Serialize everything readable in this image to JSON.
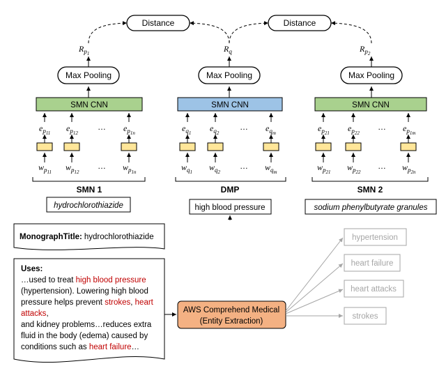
{
  "top": {
    "distance_left": "Distance",
    "distance_right": "Distance",
    "r_left": {
      "base": "R",
      "sub": "p",
      "subsub": "1"
    },
    "r_mid": {
      "base": "R",
      "sub": "q",
      "subsub": ""
    },
    "r_right": {
      "base": "R",
      "sub": "p",
      "subsub": "2"
    }
  },
  "columns": [
    {
      "pool_label": "Max Pooling",
      "cnn_label": "SMN CNN",
      "cnn_color": "#a9d18e",
      "e_labels": [
        {
          "base": "e",
          "sub": "p",
          "subsub": "11"
        },
        {
          "base": "e",
          "sub": "p",
          "subsub": "12"
        },
        {
          "base": "e",
          "sub": "p",
          "subsub": "1n"
        }
      ],
      "w_labels": [
        {
          "base": "w",
          "sub": "p",
          "subsub": "11"
        },
        {
          "base": "w",
          "sub": "p",
          "subsub": "12"
        },
        {
          "base": "w",
          "sub": "p",
          "subsub": "1n"
        }
      ],
      "ellipsis": "…",
      "name": "SMN 1",
      "term": "hydrochlorothiazide"
    },
    {
      "pool_label": "Max Pooling",
      "cnn_label": "SMN CNN",
      "cnn_color": "#9dc3e6",
      "e_labels": [
        {
          "base": "e",
          "sub": "q",
          "subsub": "1"
        },
        {
          "base": "e",
          "sub": "q",
          "subsub": "2"
        },
        {
          "base": "e",
          "sub": "q",
          "subsub": "m"
        }
      ],
      "w_labels": [
        {
          "base": "w",
          "sub": "q",
          "subsub": "1"
        },
        {
          "base": "w",
          "sub": "q",
          "subsub": "2"
        },
        {
          "base": "w",
          "sub": "q",
          "subsub": "m"
        }
      ],
      "ellipsis": "…",
      "name": "DMP",
      "term": "high blood pressure"
    },
    {
      "pool_label": "Max Pooling",
      "cnn_label": "SMN CNN",
      "cnn_color": "#a9d18e",
      "e_labels": [
        {
          "base": "e",
          "sub": "p",
          "subsub": "21"
        },
        {
          "base": "e",
          "sub": "p",
          "subsub": "22"
        },
        {
          "base": "e",
          "sub": "p",
          "subsub": "1m"
        }
      ],
      "w_labels": [
        {
          "base": "w",
          "sub": "p",
          "subsub": "21"
        },
        {
          "base": "w",
          "sub": "p",
          "subsub": "22"
        },
        {
          "base": "w",
          "sub": "p",
          "subsub": "2n"
        }
      ],
      "ellipsis": "…",
      "name": "SMN 2",
      "term": "sodium phenylbutyrate granules"
    }
  ],
  "monograph": {
    "label": "MonographTitle:",
    "value": "hydrochlorothiazide"
  },
  "uses": {
    "heading": "Uses:",
    "lines": [
      [
        {
          "t": "…used to treat ",
          "red": false
        },
        {
          "t": "high blood pressure",
          "red": true
        }
      ],
      [
        {
          "t": "(hypertension). Lowering high blood",
          "red": false
        }
      ],
      [
        {
          "t": "pressure helps prevent ",
          "red": false
        },
        {
          "t": "strokes",
          "red": true
        },
        {
          "t": ", ",
          "red": false
        },
        {
          "t": "heart",
          "red": true
        }
      ],
      [
        {
          "t": "attacks",
          "red": true
        },
        {
          "t": ",",
          "red": false
        }
      ],
      [
        {
          "t": "and kidney problems…reduces extra",
          "red": false
        }
      ],
      [
        {
          "t": "fluid in the body (edema) caused by",
          "red": false
        }
      ],
      [
        {
          "t": "conditions such as ",
          "red": false
        },
        {
          "t": "heart failure",
          "red": true
        },
        {
          "t": "…",
          "red": false
        }
      ]
    ]
  },
  "aws": {
    "line1": "AWS Comprehend Medical",
    "line2": "(Entity Extraction)",
    "fill": "#f4b183"
  },
  "entities": [
    "hypertension",
    "heart failure",
    "heart attacks",
    "strokes"
  ],
  "colors": {
    "red_text": "#c00000",
    "entity_gray": "#a6a6a6",
    "embed_fill": "#ffe699"
  }
}
